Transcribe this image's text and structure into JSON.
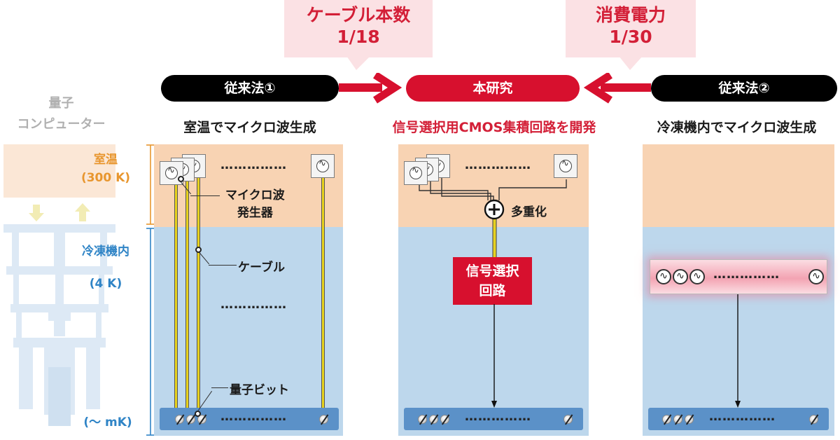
{
  "callouts": {
    "cables": {
      "title": "ケーブル本数",
      "value": "1/18"
    },
    "power": {
      "title": "消費電力",
      "value": "1/30"
    }
  },
  "methods": {
    "conventional1": {
      "label": "従来法①",
      "heading": "室温でマイクロ波生成"
    },
    "this_work": {
      "label": "本研究",
      "heading": "信号選択用CMOS集積回路を開発"
    },
    "conventional2": {
      "label": "従来法②",
      "heading": "冷凍機内でマイクロ波生成"
    }
  },
  "left_figure": {
    "title": [
      "量子",
      "コンピューター"
    ]
  },
  "temperature_scale": {
    "room": [
      "室温",
      "(300 K)"
    ],
    "cryo": [
      "冷凍機内",
      "(4 K)"
    ],
    "mk": "(～ mK)"
  },
  "annotations": {
    "microwave_generator": [
      "マイクロ波",
      "発生器"
    ],
    "cable": "ケーブル",
    "qubit": "量子ビット",
    "multiplex": "多重化",
    "selector": [
      "信号選択",
      "回路"
    ]
  },
  "dots": "……………",
  "colors": {
    "accent_red": "#d7102e",
    "callout_bg": "#fbe1e4",
    "room_temp": "#f8d3b3",
    "cryo": "#bdd7ec",
    "scale_orange": "#e8962e",
    "scale_blue": "#2f84c6",
    "cable_yellow": "#e7d21e",
    "qubit_bar": "#5b91c8"
  },
  "icons": [
    "oscillator-icon",
    "plus-circle-icon",
    "qubit-icon",
    "arrow-right-icon",
    "arrow-left-icon"
  ]
}
